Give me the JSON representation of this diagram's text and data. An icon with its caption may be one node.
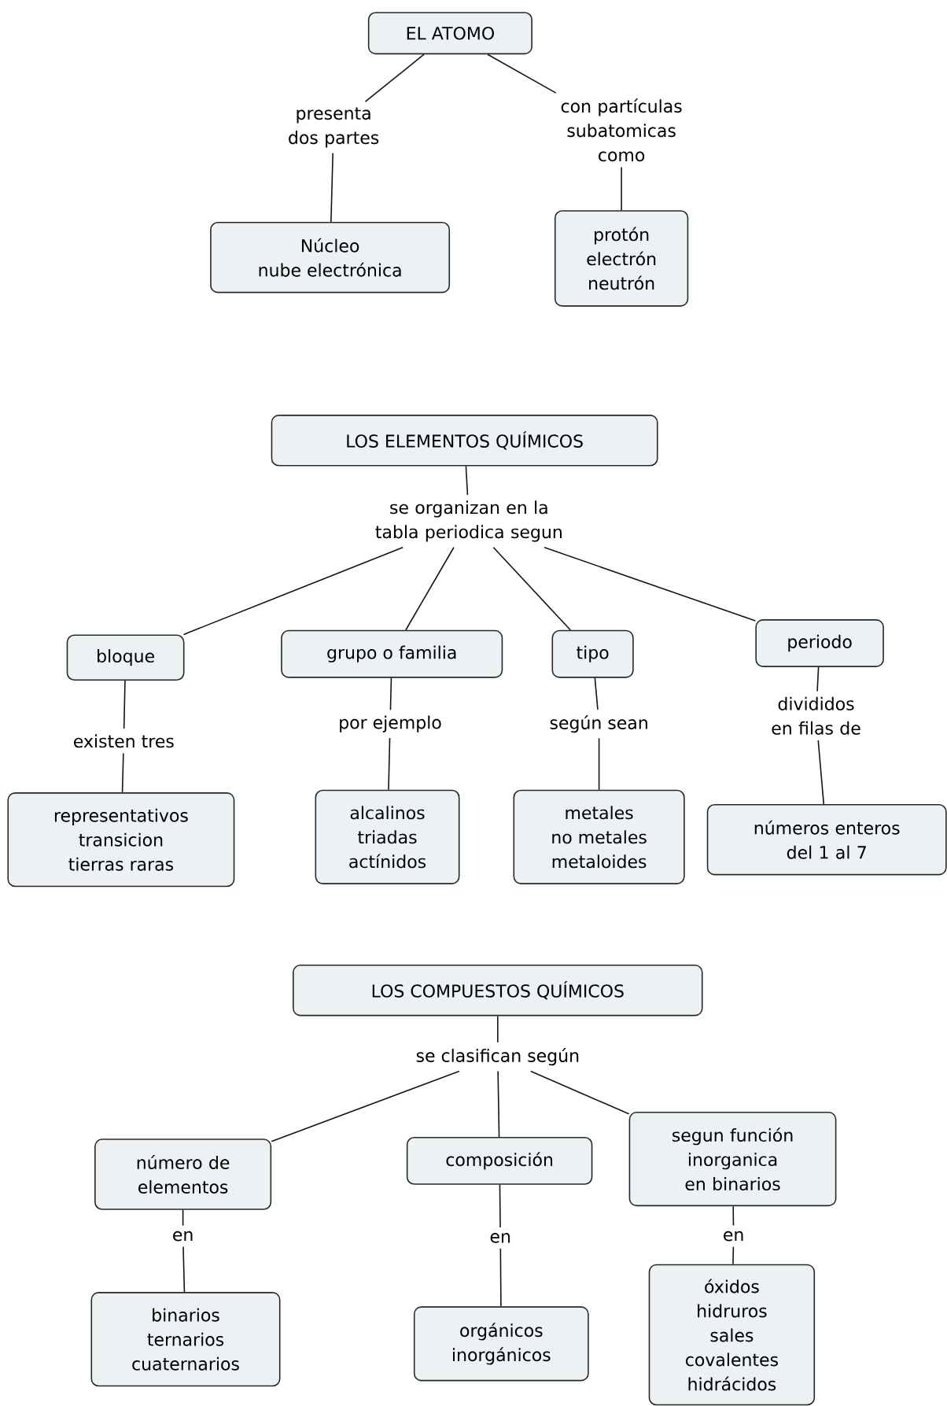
{
  "diagram": {
    "nodes": [
      {
        "text": [
          "EL ATOMO"
        ]
      },
      {
        "text": [
          "presenta dos partes"
        ]
      },
      {
        "text": [
          "con partículas subatomicas como"
        ]
      },
      {
        "text": [
          "Núcleo",
          "nube electrónica"
        ]
      },
      {
        "text": [
          "protón",
          "electrón",
          "neutrón"
        ]
      },
      {
        "text": [
          "LOS ELEMENTOS QUÍMICOS"
        ]
      },
      {
        "text": [
          "se organizan en la tabla periodica segun"
        ]
      },
      {
        "text": [
          "bloque"
        ]
      },
      {
        "text": [
          "grupo o familia"
        ]
      },
      {
        "text": [
          "tipo"
        ]
      },
      {
        "text": [
          "periodo"
        ]
      },
      {
        "text": [
          "existen tres"
        ]
      },
      {
        "text": [
          "por ejemplo"
        ]
      },
      {
        "text": [
          "según sean"
        ]
      },
      {
        "text": [
          "divididos en filas de"
        ]
      },
      {
        "text": [
          "representativos",
          "transicion",
          "tierras raras"
        ]
      },
      {
        "text": [
          "alcalinos",
          "triadas",
          "actínidos"
        ]
      },
      {
        "text": [
          "metales",
          "no metales",
          "metaloides"
        ]
      },
      {
        "text": [
          "números enteros del 1 al 7"
        ]
      },
      {
        "text": [
          "LOS COMPUESTOS QUÍMICOS"
        ]
      },
      {
        "text": [
          "se clasifican según"
        ]
      },
      {
        "text": [
          "número de elementos"
        ]
      },
      {
        "text": [
          "composición"
        ]
      },
      {
        "text": [
          "segun función inorganica en binarios"
        ]
      },
      {
        "text": [
          "en"
        ]
      },
      {
        "text": [
          "en"
        ]
      },
      {
        "text": [
          "en"
        ]
      },
      {
        "text": [
          "binarios",
          "ternarios",
          "cuaternarios"
        ]
      },
      {
        "text": [
          "orgánicos",
          "inorgánicos"
        ]
      },
      {
        "text": [
          "óxidos",
          "hidruros",
          "sales",
          "covalentes",
          "hidrácidos"
        ]
      }
    ],
    "edges": [
      {
        "from": 0,
        "to": 1,
        "arrow": "none"
      },
      {
        "from": 1,
        "to": 3,
        "arrow": "none"
      },
      {
        "from": 0,
        "to": 2,
        "arrow": "none"
      },
      {
        "from": 2,
        "to": 4,
        "arrow": "none"
      },
      {
        "from": 5,
        "to": 6,
        "arrow": "none"
      },
      {
        "from": 6,
        "to": 7,
        "arrow": "none"
      },
      {
        "from": 6,
        "to": 8,
        "arrow": "none"
      },
      {
        "from": 6,
        "to": 9,
        "arrow": "none"
      },
      {
        "from": 6,
        "to": 10,
        "arrow": "none"
      },
      {
        "from": 7,
        "to": 11,
        "arrow": "none"
      },
      {
        "from": 11,
        "to": 15,
        "arrow": "none"
      },
      {
        "from": 8,
        "to": 12,
        "arrow": "none"
      },
      {
        "from": 12,
        "to": 16,
        "arrow": "none"
      },
      {
        "from": 9,
        "to": 13,
        "arrow": "none"
      },
      {
        "from": 13,
        "to": 17,
        "arrow": "none"
      },
      {
        "from": 10,
        "to": 14,
        "arrow": "none"
      },
      {
        "from": 14,
        "to": 18,
        "arrow": "none"
      },
      {
        "from": 19,
        "to": 20,
        "arrow": "none"
      },
      {
        "from": 20,
        "to": 21,
        "arrow": "none"
      },
      {
        "from": 20,
        "to": 22,
        "arrow": "none"
      },
      {
        "from": 20,
        "to": 23,
        "arrow": "none"
      },
      {
        "from": 21,
        "to": 24,
        "arrow": "none"
      },
      {
        "from": 24,
        "to": 27,
        "arrow": "none"
      },
      {
        "from": 22,
        "to": 25,
        "arrow": "none"
      },
      {
        "from": 25,
        "to": 28,
        "arrow": "none"
      },
      {
        "from": 23,
        "to": 26,
        "arrow": "none"
      },
      {
        "from": 26,
        "to": 29,
        "arrow": "none"
      }
    ]
  }
}
